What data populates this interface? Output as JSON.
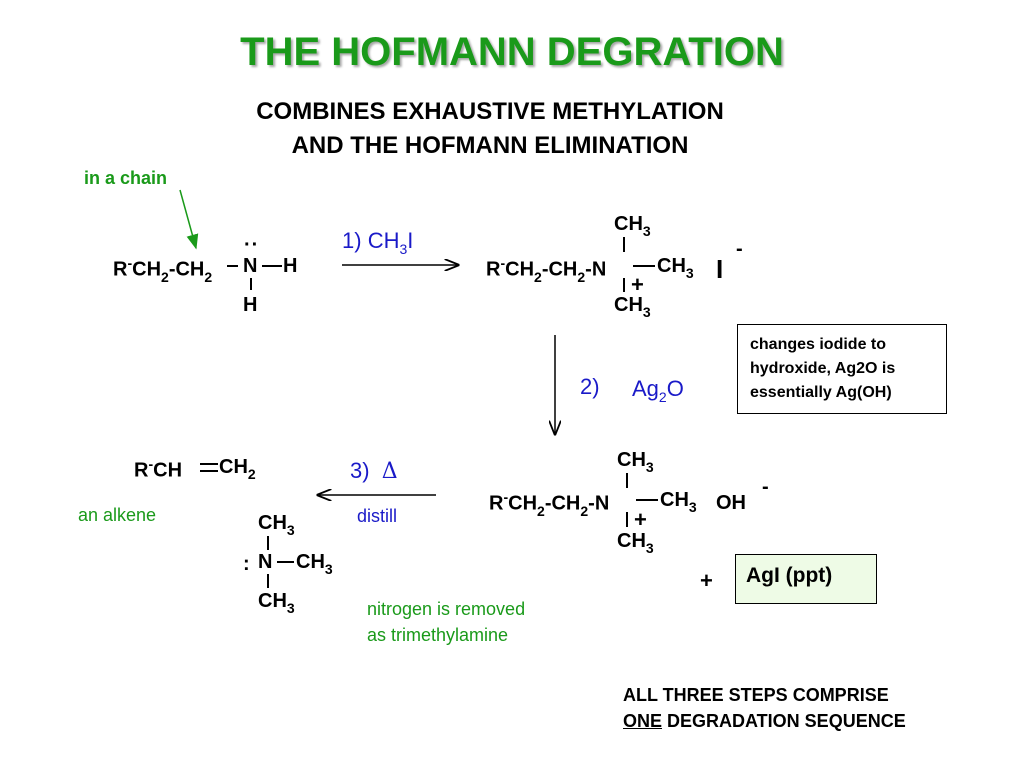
{
  "title": "THE HOFMANN DEGRATION",
  "subtitle": {
    "line1": "COMBINES EXHAUSTIVE METHYLATION",
    "line2": "AND THE HOFMANN ELIMINATION"
  },
  "labels": {
    "in_a_chain": "in a chain",
    "an_alkene": "an alkene",
    "distill": "distill",
    "nitrogen_note_line1": "nitrogen is removed",
    "nitrogen_note_line2": "as trimethylamine"
  },
  "steps": {
    "step1_number": "1)",
    "step1_reagent": "CH",
    "step1_reagent_sub": "3",
    "step1_reagent_tail": "I",
    "step2_number": "2)",
    "step2_reagent": "Ag",
    "step2_reagent_sub": "2",
    "step2_reagent_tail": "O",
    "step3_number": "3)",
    "step3_symbol": "Δ"
  },
  "note_box": {
    "text": "changes iodide to hydroxide, Ag2O is essentially Ag(OH)"
  },
  "agi_box": {
    "plus": "+",
    "text": "AgI (ppt)"
  },
  "summary": {
    "line1": "ALL THREE STEPS COMPRISE",
    "line2_emph": "ONE",
    "line2_rest": " DEGRADATION SEQUENCE"
  },
  "molecules": {
    "R": "R",
    "CH": "CH",
    "CH3": "CH",
    "sub2": "2",
    "sub3": "3",
    "N": "N",
    "H": "H",
    "plus": "+",
    "iodide": "I",
    "minus": "-",
    "OH": "OH",
    "lone_pair_top": "··",
    "lone_pair_left": ":"
  },
  "colors": {
    "title": "#1a9a1a",
    "labels": "#1a9a1a",
    "reagents": "#1a1ac8",
    "box_fill": "#eefbe6"
  }
}
